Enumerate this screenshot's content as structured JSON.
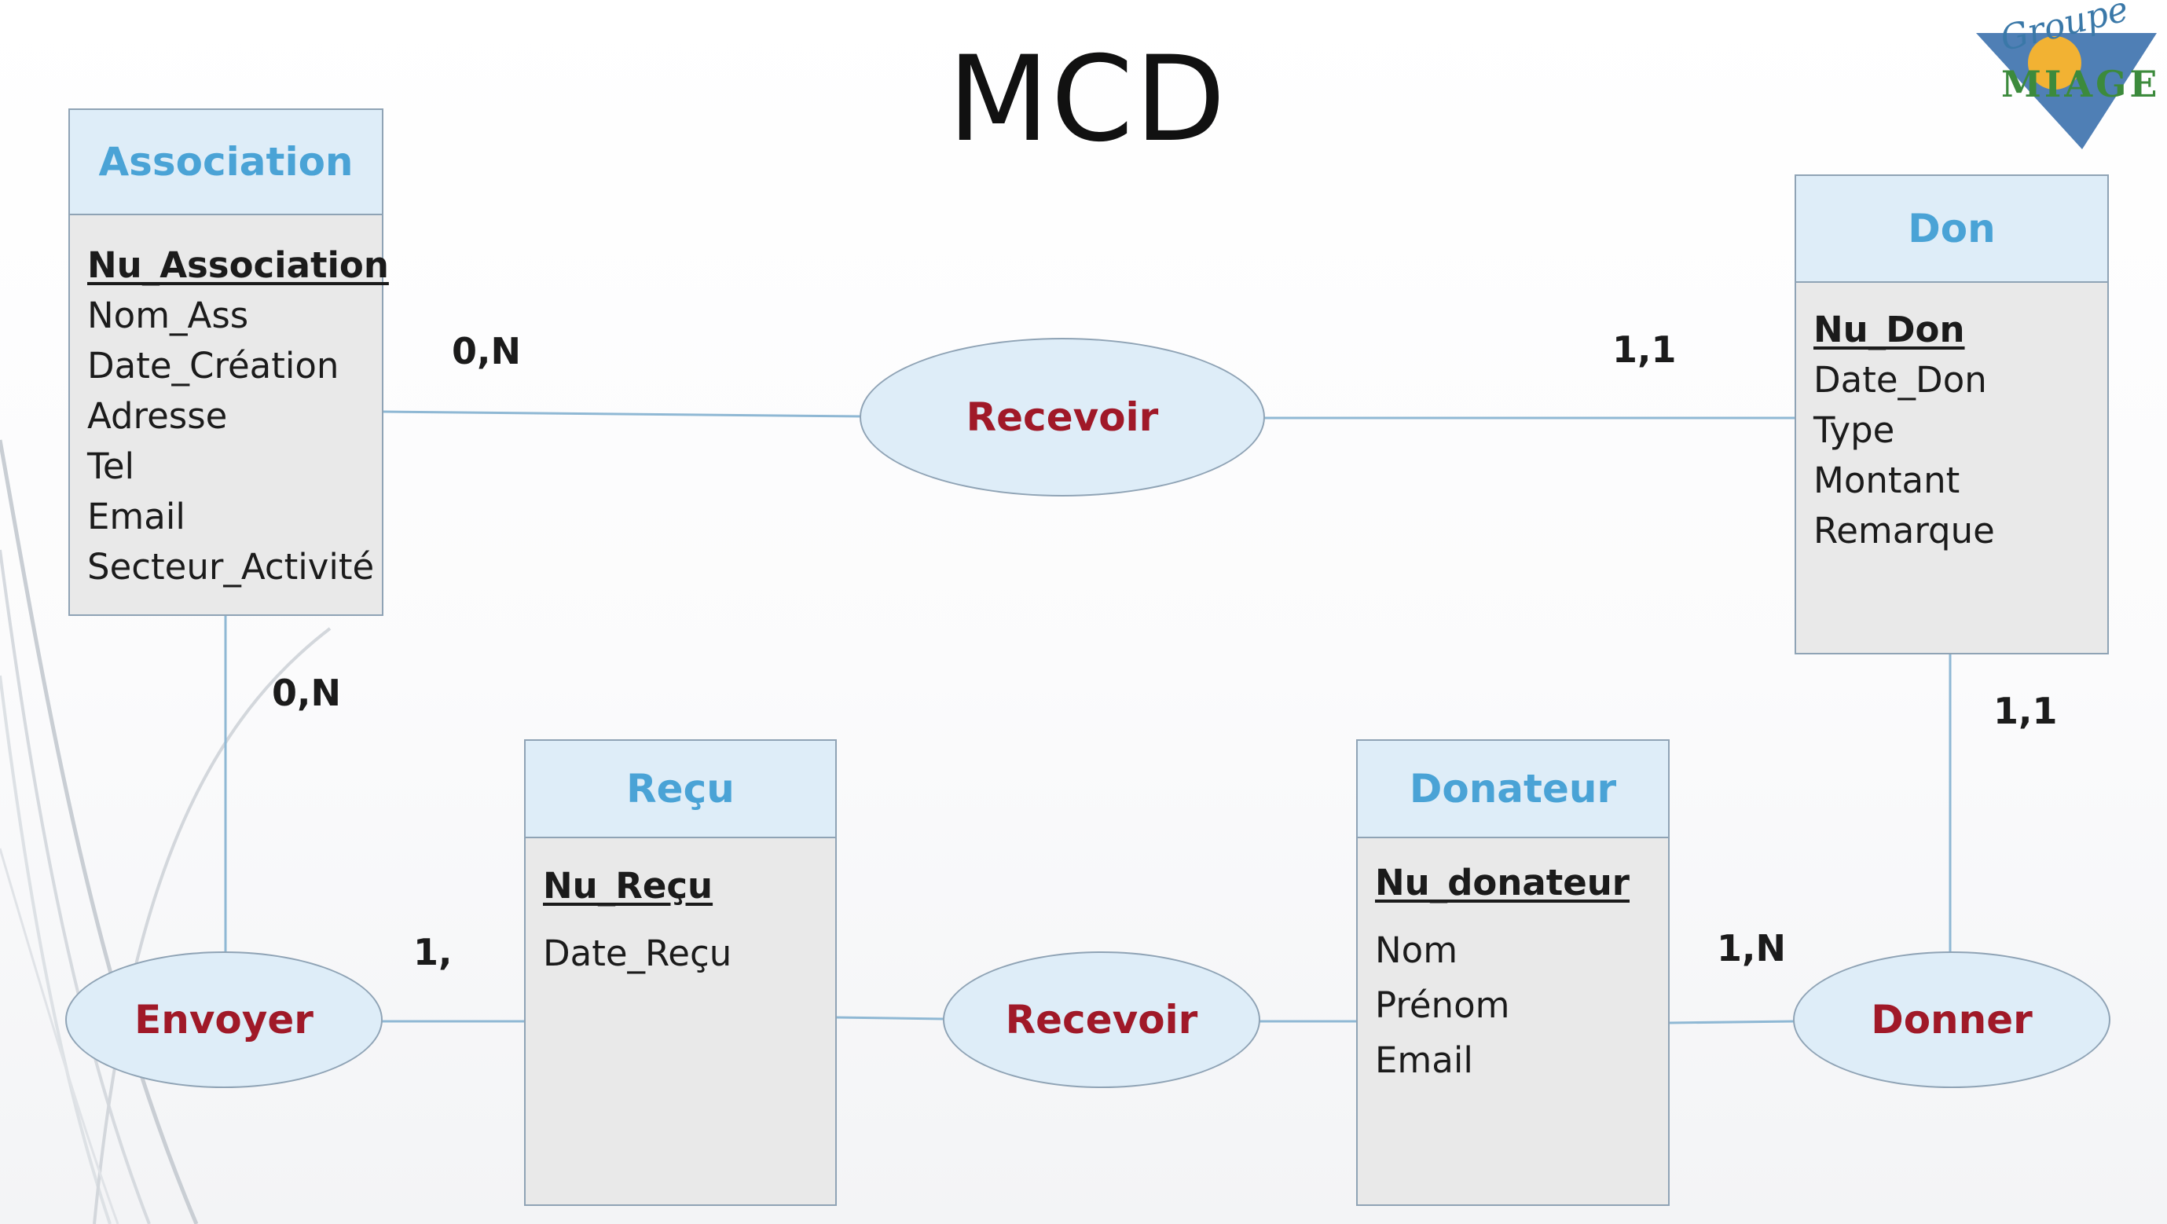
{
  "title": "MCD",
  "logo": {
    "script": "Groupe",
    "word": "MIAGE"
  },
  "entities": {
    "association": {
      "name": "Association",
      "key": "Nu_Association",
      "attrs": [
        "Nom_Ass",
        "Date_Création",
        "Adresse",
        "Tel",
        "Email",
        "Secteur_Activité"
      ]
    },
    "don": {
      "name": "Don",
      "key": "Nu_Don",
      "attrs": [
        "Date_Don",
        "Type",
        "Montant",
        "Remarque"
      ]
    },
    "recu": {
      "name": "Reçu",
      "key": "Nu_Reçu",
      "attrs": [
        "Date_Reçu"
      ]
    },
    "donateur": {
      "name": "Donateur",
      "key": "Nu_donateur",
      "attrs": [
        "Nom",
        "Prénom",
        "Email"
      ]
    }
  },
  "associations": {
    "recevoir_top": "Recevoir",
    "envoyer": "Envoyer",
    "recevoir_bottom": "Recevoir",
    "donner": "Donner"
  },
  "cardinalities": {
    "assoc_recevoir": "0,N",
    "don_recevoir": "1,1",
    "assoc_envoyer": "0,N",
    "don_donner": "1,1",
    "recu_envoyer": "1,",
    "donateur_donner": "1,N"
  },
  "colors": {
    "entity_header": "#deedf8",
    "entity_title": "#4aa3d6",
    "association_label": "#a01928",
    "line": "#8fb8d4"
  }
}
